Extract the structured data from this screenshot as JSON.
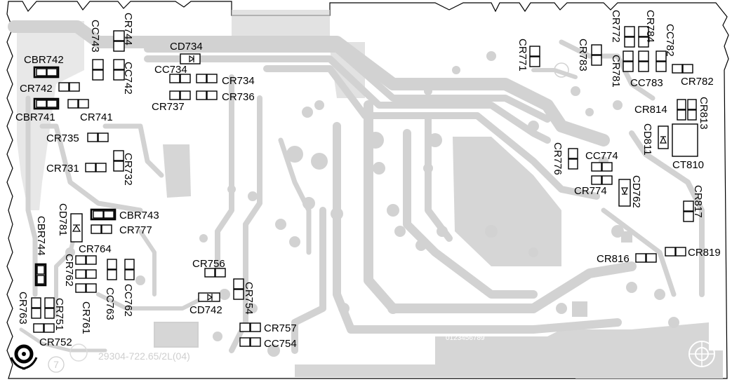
{
  "board": {
    "footer_code": "29304-722.65/2L(04)",
    "digit_ruler": "0123456789",
    "circle_mark": "7"
  },
  "components": [
    {
      "ref": "CBR742"
    },
    {
      "ref": "CR742"
    },
    {
      "ref": "CBR741"
    },
    {
      "ref": "CR741"
    },
    {
      "ref": "CC743"
    },
    {
      "ref": "CR744"
    },
    {
      "ref": "CC742"
    },
    {
      "ref": "CD734"
    },
    {
      "ref": "CC734"
    },
    {
      "ref": "CR734"
    },
    {
      "ref": "CR736"
    },
    {
      "ref": "CR737"
    },
    {
      "ref": "CR735"
    },
    {
      "ref": "CR731"
    },
    {
      "ref": "CR732"
    },
    {
      "ref": "CBR743"
    },
    {
      "ref": "CR777"
    },
    {
      "ref": "CD781"
    },
    {
      "ref": "CR764"
    },
    {
      "ref": "CBR744"
    },
    {
      "ref": "CR762"
    },
    {
      "ref": "CC763"
    },
    {
      "ref": "CC762"
    },
    {
      "ref": "CR761"
    },
    {
      "ref": "CR763"
    },
    {
      "ref": "CR751"
    },
    {
      "ref": "CR752"
    },
    {
      "ref": "CR756"
    },
    {
      "ref": "CR754"
    },
    {
      "ref": "CD742"
    },
    {
      "ref": "CR757"
    },
    {
      "ref": "CC754"
    },
    {
      "ref": "CR771"
    },
    {
      "ref": "CR783"
    },
    {
      "ref": "CR772"
    },
    {
      "ref": "CR784"
    },
    {
      "ref": "CC782"
    },
    {
      "ref": "CR781"
    },
    {
      "ref": "CC783"
    },
    {
      "ref": "CR782"
    },
    {
      "ref": "CR814"
    },
    {
      "ref": "CR813"
    },
    {
      "ref": "CD811"
    },
    {
      "ref": "CT810"
    },
    {
      "ref": "CR776"
    },
    {
      "ref": "CC774"
    },
    {
      "ref": "CR774"
    },
    {
      "ref": "CD762"
    },
    {
      "ref": "CR817"
    },
    {
      "ref": "CR816"
    },
    {
      "ref": "CR819"
    }
  ]
}
